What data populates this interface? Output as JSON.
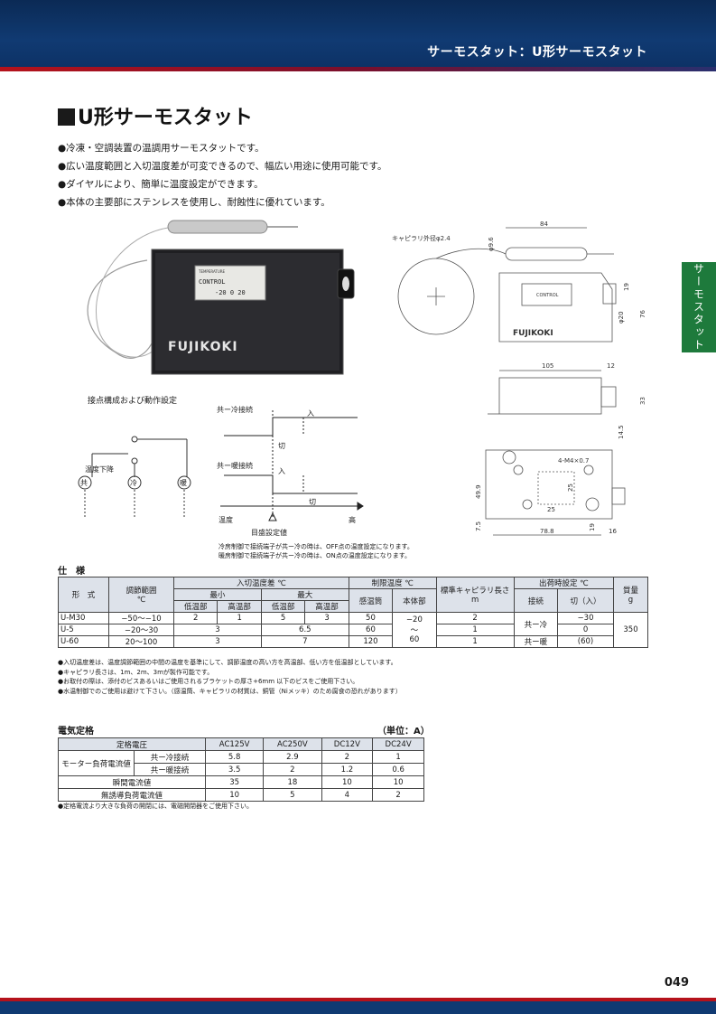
{
  "header": {
    "title": "サーモスタット：U形サーモスタット"
  },
  "page_title": "U形サーモスタット",
  "bullets": [
    "冷凍・空調装置の温調用サーモスタットです。",
    "広い温度範囲と入切温度差が可変できるので、幅広い用途に使用可能です。",
    "ダイヤルにより、簡単に温度設定ができます。",
    "本体の主要部にステンレスを使用し、耐蝕性に優れています。"
  ],
  "side_tab": "サーモスタット",
  "photo": {
    "brand": "FUJIKOKI",
    "dial_text": "CONTROL",
    "dial_subtext": "TEMPERATURE",
    "scale": "-20  0  20"
  },
  "drawing": {
    "capillary": "キャピラリ外径φ2.4",
    "dims": {
      "d84": "84",
      "d96": "φ9.6",
      "d19": "19",
      "d20": "φ20",
      "d76": "76",
      "d105": "105",
      "d12": "12",
      "d33": "33",
      "d145": "14.5",
      "holes": "4-M4×0.7",
      "d499": "49.9",
      "d25a": "25",
      "d25b": "25",
      "d75": "7.5",
      "d788": "78.8",
      "d16": "16",
      "d19b": "19"
    },
    "plate_text": "CONTROL",
    "brand": "FUJIKOKI"
  },
  "contact": {
    "title": "接点構成および動作設定",
    "temp_down": "温度下降",
    "common": "共",
    "cold": "冷",
    "warm": "暖"
  },
  "timing": {
    "cold_label": "共ー冷接続",
    "warm_label": "共ー暖接続",
    "on": "入",
    "off": "切",
    "temp": "温度",
    "high": "高",
    "setpoint": "目盛設定値"
  },
  "timing_notes": [
    "冷房制御で接続端子が共ー冷の時は、OFF点の温度設定になります。",
    "暖房制御で接続端子が共ー冷の時は、ON点の温度設定になります。"
  ],
  "spec": {
    "title": "仕　様",
    "headers": {
      "model": "形　式",
      "range": "調節範囲",
      "range_unit": "℃",
      "diff": "入切温度差 ℃",
      "min": "最小",
      "max": "最大",
      "low": "低温部",
      "high": "高温部",
      "limit": "制限温度 ℃",
      "sensor": "感温筒",
      "body": "本体部",
      "cap": "標準キャピラリ長さ",
      "cap_unit": "m",
      "ship": "出荷時設定 ℃",
      "conn": "接続",
      "offon": "切（入）",
      "mass": "質量",
      "mass_unit": "g"
    },
    "rows": [
      {
        "model": "U-M30",
        "range": "−50〜−10",
        "min_low": "2",
        "min_high": "1",
        "max_low": "5",
        "max_high": "3",
        "sensor": "50",
        "cap": "2",
        "offon": "−30"
      },
      {
        "model": "U-5",
        "range": "−20〜30",
        "min": "3",
        "max": "6.5",
        "sensor": "60",
        "cap": "1",
        "offon": "0"
      },
      {
        "model": "U-60",
        "range": "20〜100",
        "min": "3",
        "max": "7",
        "sensor": "120",
        "cap": "1",
        "conn": "共ー暖",
        "offon": "(60)"
      }
    ],
    "body_limit": "−20",
    "body_limit_tilde": "〜",
    "body_limit_2": "60",
    "conn_cold": "共ー冷",
    "mass": "350"
  },
  "spec_notes": [
    "入切温度差は、温度調節範囲の中間の温度を基準にして、調節温度の高い方を高温部、低い方を低温部としています。",
    "キャピラリ長さは、1m、2m、3mが製作可能です。",
    "お取付の際は、添付のビスあるいはご使用されるブラケットの厚さ+6mm 以下のビスをご使用下さい。",
    "水温制御でのご使用は避けて下さい。（感温筒、キャピラリの材質は、銅管（Niメッキ）のため腐食の恐れがあります）"
  ],
  "elec": {
    "title": "電気定格",
    "unit": "（単位：A）",
    "rated_voltage": "定格電圧",
    "cols": [
      "AC125V",
      "AC250V",
      "DC12V",
      "DC24V"
    ],
    "motor": "モーター負荷電流値",
    "cold_conn": "共ー冷接続",
    "warm_conn": "共ー暖接続",
    "cold_vals": [
      "5.8",
      "2.9",
      "2",
      "1"
    ],
    "warm_vals": [
      "3.5",
      "2",
      "1.2",
      "0.6"
    ],
    "inrush": "瞬間電流値",
    "inrush_vals": [
      "35",
      "18",
      "10",
      "10"
    ],
    "noninductive": "無誘導負荷電流値",
    "noninductive_vals": [
      "10",
      "5",
      "4",
      "2"
    ]
  },
  "elec_note": "定格電流より大きな負荷の開閉には、電磁開閉器をご使用下さい。",
  "page_number": "049"
}
